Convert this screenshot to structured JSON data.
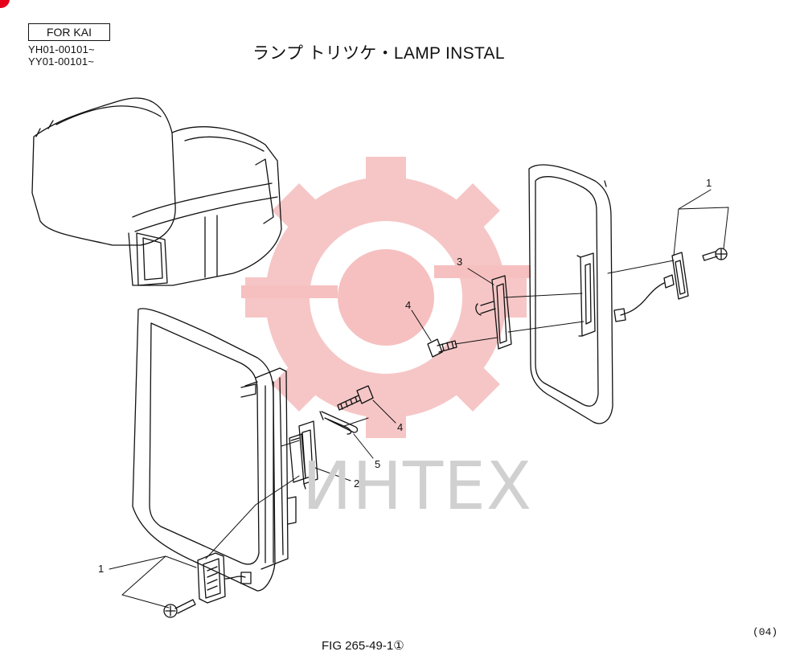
{
  "header": {
    "model_label": "FOR KAI",
    "serial_ranges": [
      "YH01-00101~",
      "YY01-00101~"
    ],
    "title": "ランプ トリツケ・LAMP INSTAL"
  },
  "callouts": {
    "lamp_assembly_right": "1",
    "lamp_assembly_left": "1",
    "bracket_left": "2",
    "bracket_right": "3",
    "bolt_right": "4",
    "bolt_left": "4",
    "clip": "5"
  },
  "watermark": {
    "text": "ИНТЕХ",
    "color": "#e85a5a"
  },
  "footer": {
    "figure_caption": "FIG 265-49-1①",
    "revision": "(04)"
  },
  "icons": {
    "corner_badge": "red-circle-badge",
    "watermark_logo": "gear-logo-icon"
  },
  "colors": {
    "line": "#111111",
    "watermark": "#f4b5b5",
    "badge": "#e4001b"
  }
}
